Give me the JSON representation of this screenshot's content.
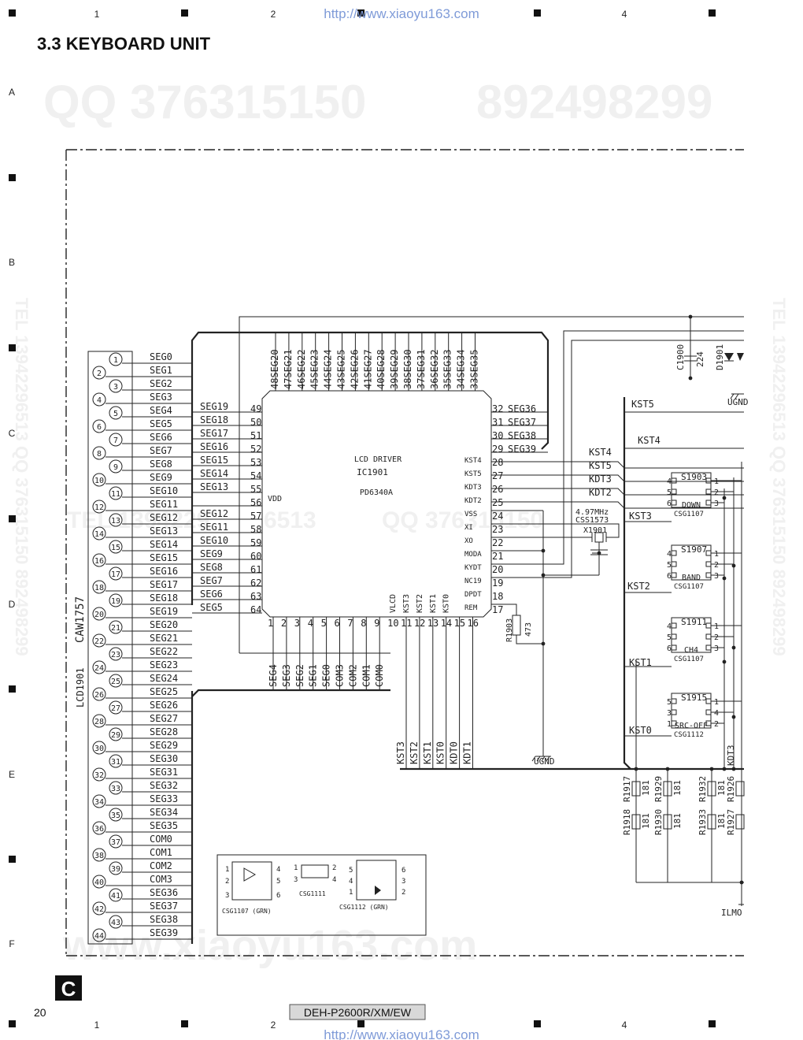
{
  "header": {
    "section_title": "3.3  KEYBOARD UNIT",
    "url_top": "http://www.xiaoyu163.com",
    "url_bottom": "http://www.xiaoyu163.com",
    "page_number": "20",
    "model": "DEH-P2600R/XM/EW",
    "sheet_letter": "C"
  },
  "grid": {
    "columns": [
      "1",
      "2",
      "3",
      "4"
    ],
    "rows": [
      "A",
      "B",
      "C",
      "D",
      "E",
      "F"
    ]
  },
  "watermarks": {
    "qq_top_left": "QQ 376315150",
    "qq_top_right": "892498299",
    "tel_mid": "TEL 1394229",
    "mid_right_num": "6513",
    "qq_mid": "QQ  376315150",
    "bottom": "www.xiaoyu163.com",
    "side_left": "TEL 13942296513  QQ 376315150  892498299",
    "side_right": "TEL 13942296513  QQ 376315150  892498299"
  },
  "connector": {
    "ref": "LCD1901",
    "part": "CAW1757",
    "pins": [
      "1",
      "2",
      "3",
      "4",
      "5",
      "6",
      "7",
      "8",
      "9",
      "10",
      "11",
      "12",
      "13",
      "14",
      "15",
      "16",
      "17",
      "18",
      "19",
      "20",
      "21",
      "22",
      "23",
      "24",
      "25",
      "26",
      "27",
      "28",
      "29",
      "30",
      "31",
      "32",
      "33",
      "34",
      "35",
      "36",
      "37",
      "38",
      "39",
      "40",
      "41",
      "42",
      "43",
      "44"
    ],
    "signals": [
      "SEG0",
      "SEG1",
      "SEG2",
      "SEG3",
      "SEG4",
      "SEG5",
      "SEG6",
      "SEG7",
      "SEG8",
      "SEG9",
      "SEG10",
      "SEG11",
      "SEG12",
      "SEG13",
      "SEG14",
      "SEG15",
      "SEG16",
      "SEG17",
      "SEG18",
      "SEG19",
      "SEG20",
      "SEG21",
      "SEG22",
      "SEG23",
      "SEG24",
      "SEG25",
      "SEG26",
      "SEG27",
      "SEG28",
      "SEG29",
      "SEG30",
      "SEG31",
      "SEG32",
      "SEG33",
      "SEG34",
      "SEG35",
      "COM0",
      "COM1",
      "COM2",
      "COM3",
      "SEG36",
      "SEG37",
      "SEG38",
      "SEG39"
    ]
  },
  "ic": {
    "title": "LCD DRIVER",
    "ref": "IC1901",
    "part": "PD6340A",
    "vdd": "VDD",
    "left_pins": [
      {
        "num": "49",
        "sig": "SEG19"
      },
      {
        "num": "50",
        "sig": "SEG18"
      },
      {
        "num": "51",
        "sig": "SEG17"
      },
      {
        "num": "52",
        "sig": "SEG16"
      },
      {
        "num": "53",
        "sig": "SEG15"
      },
      {
        "num": "54",
        "sig": "SEG14"
      },
      {
        "num": "55",
        "sig": "SEG13"
      },
      {
        "num": "56",
        "sig": ""
      },
      {
        "num": "57",
        "sig": "SEG12"
      },
      {
        "num": "58",
        "sig": "SEG11"
      },
      {
        "num": "59",
        "sig": "SEG10"
      },
      {
        "num": "60",
        "sig": "SEG9"
      },
      {
        "num": "61",
        "sig": "SEG8"
      },
      {
        "num": "62",
        "sig": "SEG7"
      },
      {
        "num": "63",
        "sig": "SEG6"
      },
      {
        "num": "64",
        "sig": "SEG5"
      }
    ],
    "top_pins": [
      {
        "num": "48",
        "sig": "SEG20"
      },
      {
        "num": "47",
        "sig": "SEG21"
      },
      {
        "num": "46",
        "sig": "SEG22"
      },
      {
        "num": "45",
        "sig": "SEG23"
      },
      {
        "num": "44",
        "sig": "SEG24"
      },
      {
        "num": "43",
        "sig": "SEG25"
      },
      {
        "num": "42",
        "sig": "SEG26"
      },
      {
        "num": "41",
        "sig": "SEG27"
      },
      {
        "num": "40",
        "sig": "SEG28"
      },
      {
        "num": "39",
        "sig": "SEG29"
      },
      {
        "num": "38",
        "sig": "SEG30"
      },
      {
        "num": "37",
        "sig": "SEG31"
      },
      {
        "num": "36",
        "sig": "SEG32"
      },
      {
        "num": "35",
        "sig": "SEG33"
      },
      {
        "num": "34",
        "sig": "SEG34"
      },
      {
        "num": "33",
        "sig": "SEG35"
      }
    ],
    "right_top_pins": [
      {
        "num": "32",
        "sig": "SEG36"
      },
      {
        "num": "31",
        "sig": "SEG37"
      },
      {
        "num": "30",
        "sig": "SEG38"
      },
      {
        "num": "29",
        "sig": "SEG39"
      }
    ],
    "right_pins": [
      {
        "num": "28",
        "sig": "KST4"
      },
      {
        "num": "27",
        "sig": "KST5"
      },
      {
        "num": "26",
        "sig": "KDT3"
      },
      {
        "num": "25",
        "sig": "KDT2"
      },
      {
        "num": "24",
        "sig": "VSS"
      },
      {
        "num": "23",
        "sig": "XI"
      },
      {
        "num": "22",
        "sig": "XO"
      },
      {
        "num": "21",
        "sig": "MODA"
      },
      {
        "num": "20",
        "sig": "KYDT"
      },
      {
        "num": "19",
        "sig": "NC19"
      },
      {
        "num": "18",
        "sig": "DPDT"
      },
      {
        "num": "17",
        "sig": "REM"
      }
    ],
    "bottom_pins": [
      {
        "num": "1",
        "sig": "SEG4"
      },
      {
        "num": "2",
        "sig": "SEG3"
      },
      {
        "num": "3",
        "sig": "SEG2"
      },
      {
        "num": "4",
        "sig": "SEG1"
      },
      {
        "num": "5",
        "sig": "SEG0"
      },
      {
        "num": "6",
        "sig": "COM3"
      },
      {
        "num": "7",
        "sig": "COM2"
      },
      {
        "num": "8",
        "sig": "COM1"
      },
      {
        "num": "9",
        "sig": "COM0"
      },
      {
        "num": "10",
        "sig": "VLCD"
      },
      {
        "num": "11",
        "sig": "KST3"
      },
      {
        "num": "12",
        "sig": "KST2"
      },
      {
        "num": "13",
        "sig": "KST1"
      },
      {
        "num": "14",
        "sig": "KST0"
      },
      {
        "num": "15",
        "sig": ""
      },
      {
        "num": "16",
        "sig": ""
      }
    ]
  },
  "bus_bottom": [
    "KST3",
    "KST2",
    "KST1",
    "KST0",
    "KDT0",
    "KDT1"
  ],
  "crystal": {
    "freq": "4.97MHz",
    "part": "CSS1573",
    "ref": "X1901"
  },
  "r1903": {
    "ref": "R1903",
    "value": "473"
  },
  "ugnd": [
    "UGND",
    "UGND",
    "ILMO"
  ],
  "c1900": {
    "ref": "C1900",
    "value": "224"
  },
  "d1901": "D1901",
  "right_nets": [
    "KST5",
    "KST4",
    "KST4",
    "KST5",
    "KDT3",
    "KDT2",
    "KST3",
    "KST2",
    "KST1",
    "KST0",
    "KDT3"
  ],
  "switches": [
    {
      "ref": "S1903",
      "label": "DOWN",
      "part": "CSG1107"
    },
    {
      "ref": "S1907",
      "label": "BAND",
      "part": "CSG1107"
    },
    {
      "ref": "S1911",
      "label": "CH4",
      "part": "CSG1107"
    },
    {
      "ref": "S1915",
      "label": "SRC-OFF",
      "part": "CSG1112"
    }
  ],
  "resistors": [
    {
      "ref": "R1917",
      "value": "181"
    },
    {
      "ref": "R1918",
      "value": "181"
    },
    {
      "ref": "R1929",
      "value": "181"
    },
    {
      "ref": "R1930",
      "value": "181"
    },
    {
      "ref": "R1932",
      "value": "181"
    },
    {
      "ref": "R1933",
      "value": "181"
    },
    {
      "ref": "R1926",
      "value": ""
    },
    {
      "ref": "R1927",
      "value": ""
    }
  ],
  "legend": [
    {
      "part": "CSG1107 (GRN)",
      "pins": [
        "1",
        "2",
        "3",
        "4",
        "5",
        "6"
      ]
    },
    {
      "part": "CSG1111",
      "pins": [
        "1",
        "2",
        "3",
        "4"
      ]
    },
    {
      "part": "CSG1112 (GRN)",
      "pins": [
        "5",
        "6",
        "4",
        "3",
        "1",
        "2"
      ]
    }
  ]
}
